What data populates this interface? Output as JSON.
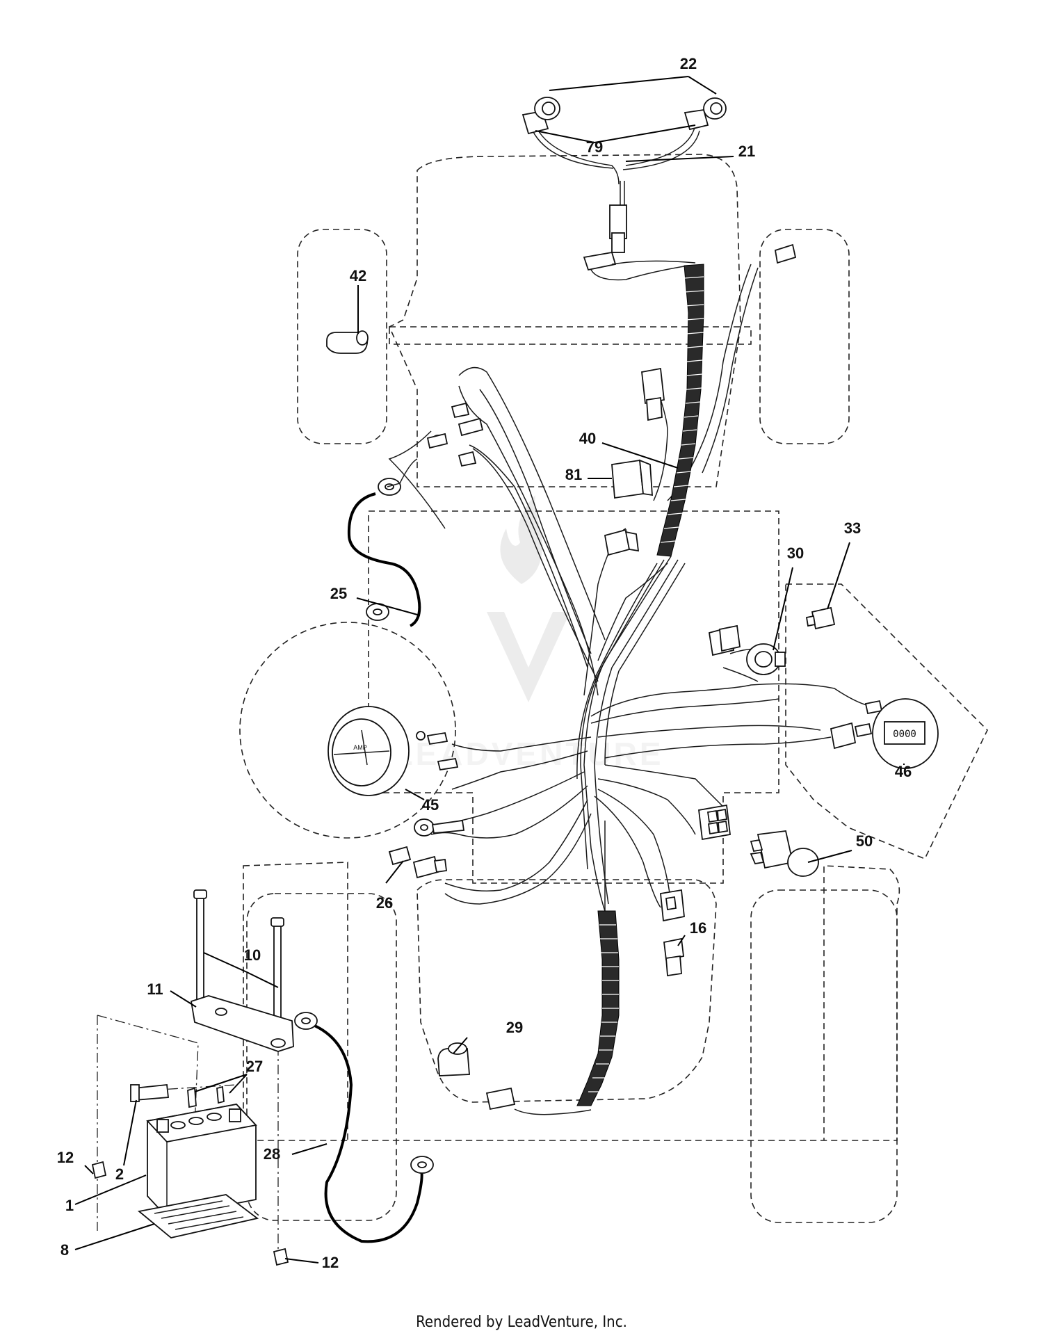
{
  "callouts": {
    "p22": "22",
    "p79": "79",
    "p21": "21",
    "p42": "42",
    "p40": "40",
    "p81": "81",
    "p33": "33",
    "p30": "30",
    "p25": "25",
    "p46": "46",
    "p45": "45",
    "p50": "50",
    "p26": "26",
    "p16": "16",
    "p10": "10",
    "p11": "11",
    "p29": "29",
    "p27": "27",
    "p28": "28",
    "p12a": "12",
    "p2": "2",
    "p1": "1",
    "p8": "8",
    "p12b": "12"
  },
  "watermark": {
    "brand": "LEADVENTURE",
    "flame_icon": "flame-logo-icon"
  },
  "footer": {
    "credit": "Rendered by LeadVenture, Inc."
  },
  "meters": {
    "ammeter_scale": "AMP",
    "hour_meter_digits": "0000"
  }
}
